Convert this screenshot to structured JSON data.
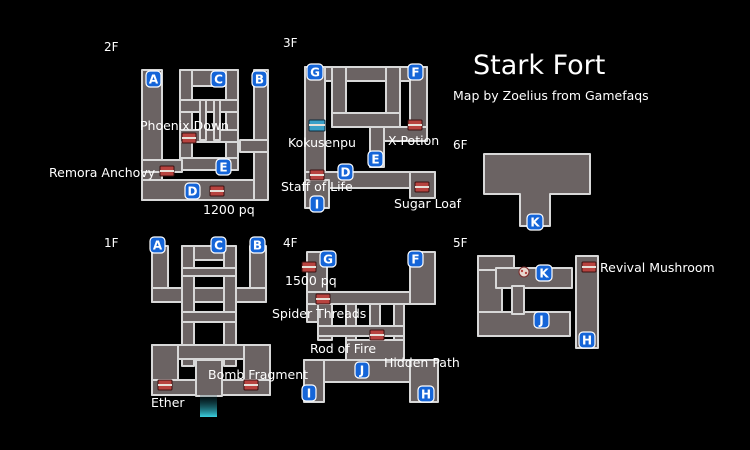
{
  "title": "Stark Fort",
  "credit": "Map by Zoelius from Gamefaqs",
  "floors": [
    "2F",
    "3F",
    "6F",
    "1F",
    "4F",
    "5F"
  ],
  "items": {
    "phoenix_down": "Phoenix Down",
    "remora_anchovy": "Remora Anchovy",
    "pq_1200": "1200 pq",
    "kokusenpu": "Kokusenpu",
    "x_potion": "X-Potion",
    "staff_of_life": "Staff of Life",
    "sugar_loaf": "Sugar Loaf",
    "pq_1500": "1500 pq",
    "spider_threads": "Spider Threads",
    "rod_of_fire": "Rod of Fire",
    "hidden_path": "Hidden Path",
    "bomb_fragment": "Bomb Fragment",
    "ether": "Ether",
    "revival_mushroom": "Revival Mushroom"
  },
  "markers": {
    "f2": [
      "A",
      "C",
      "B",
      "E",
      "D"
    ],
    "f3": [
      "G",
      "F",
      "E",
      "D",
      "I"
    ],
    "f6": [
      "K"
    ],
    "f1": [
      "A",
      "C",
      "B"
    ],
    "f4": [
      "G",
      "F",
      "J",
      "I",
      "H"
    ],
    "f5": [
      "K",
      "J",
      "H"
    ]
  },
  "colors": {
    "floor_fill": "#6b6363",
    "wall_edge": "#d8d8d8",
    "marker": "#1565d8",
    "chest": "#b8433f",
    "special_chest": "#3aa0c8",
    "exit_glow": "#3ad0e0"
  }
}
